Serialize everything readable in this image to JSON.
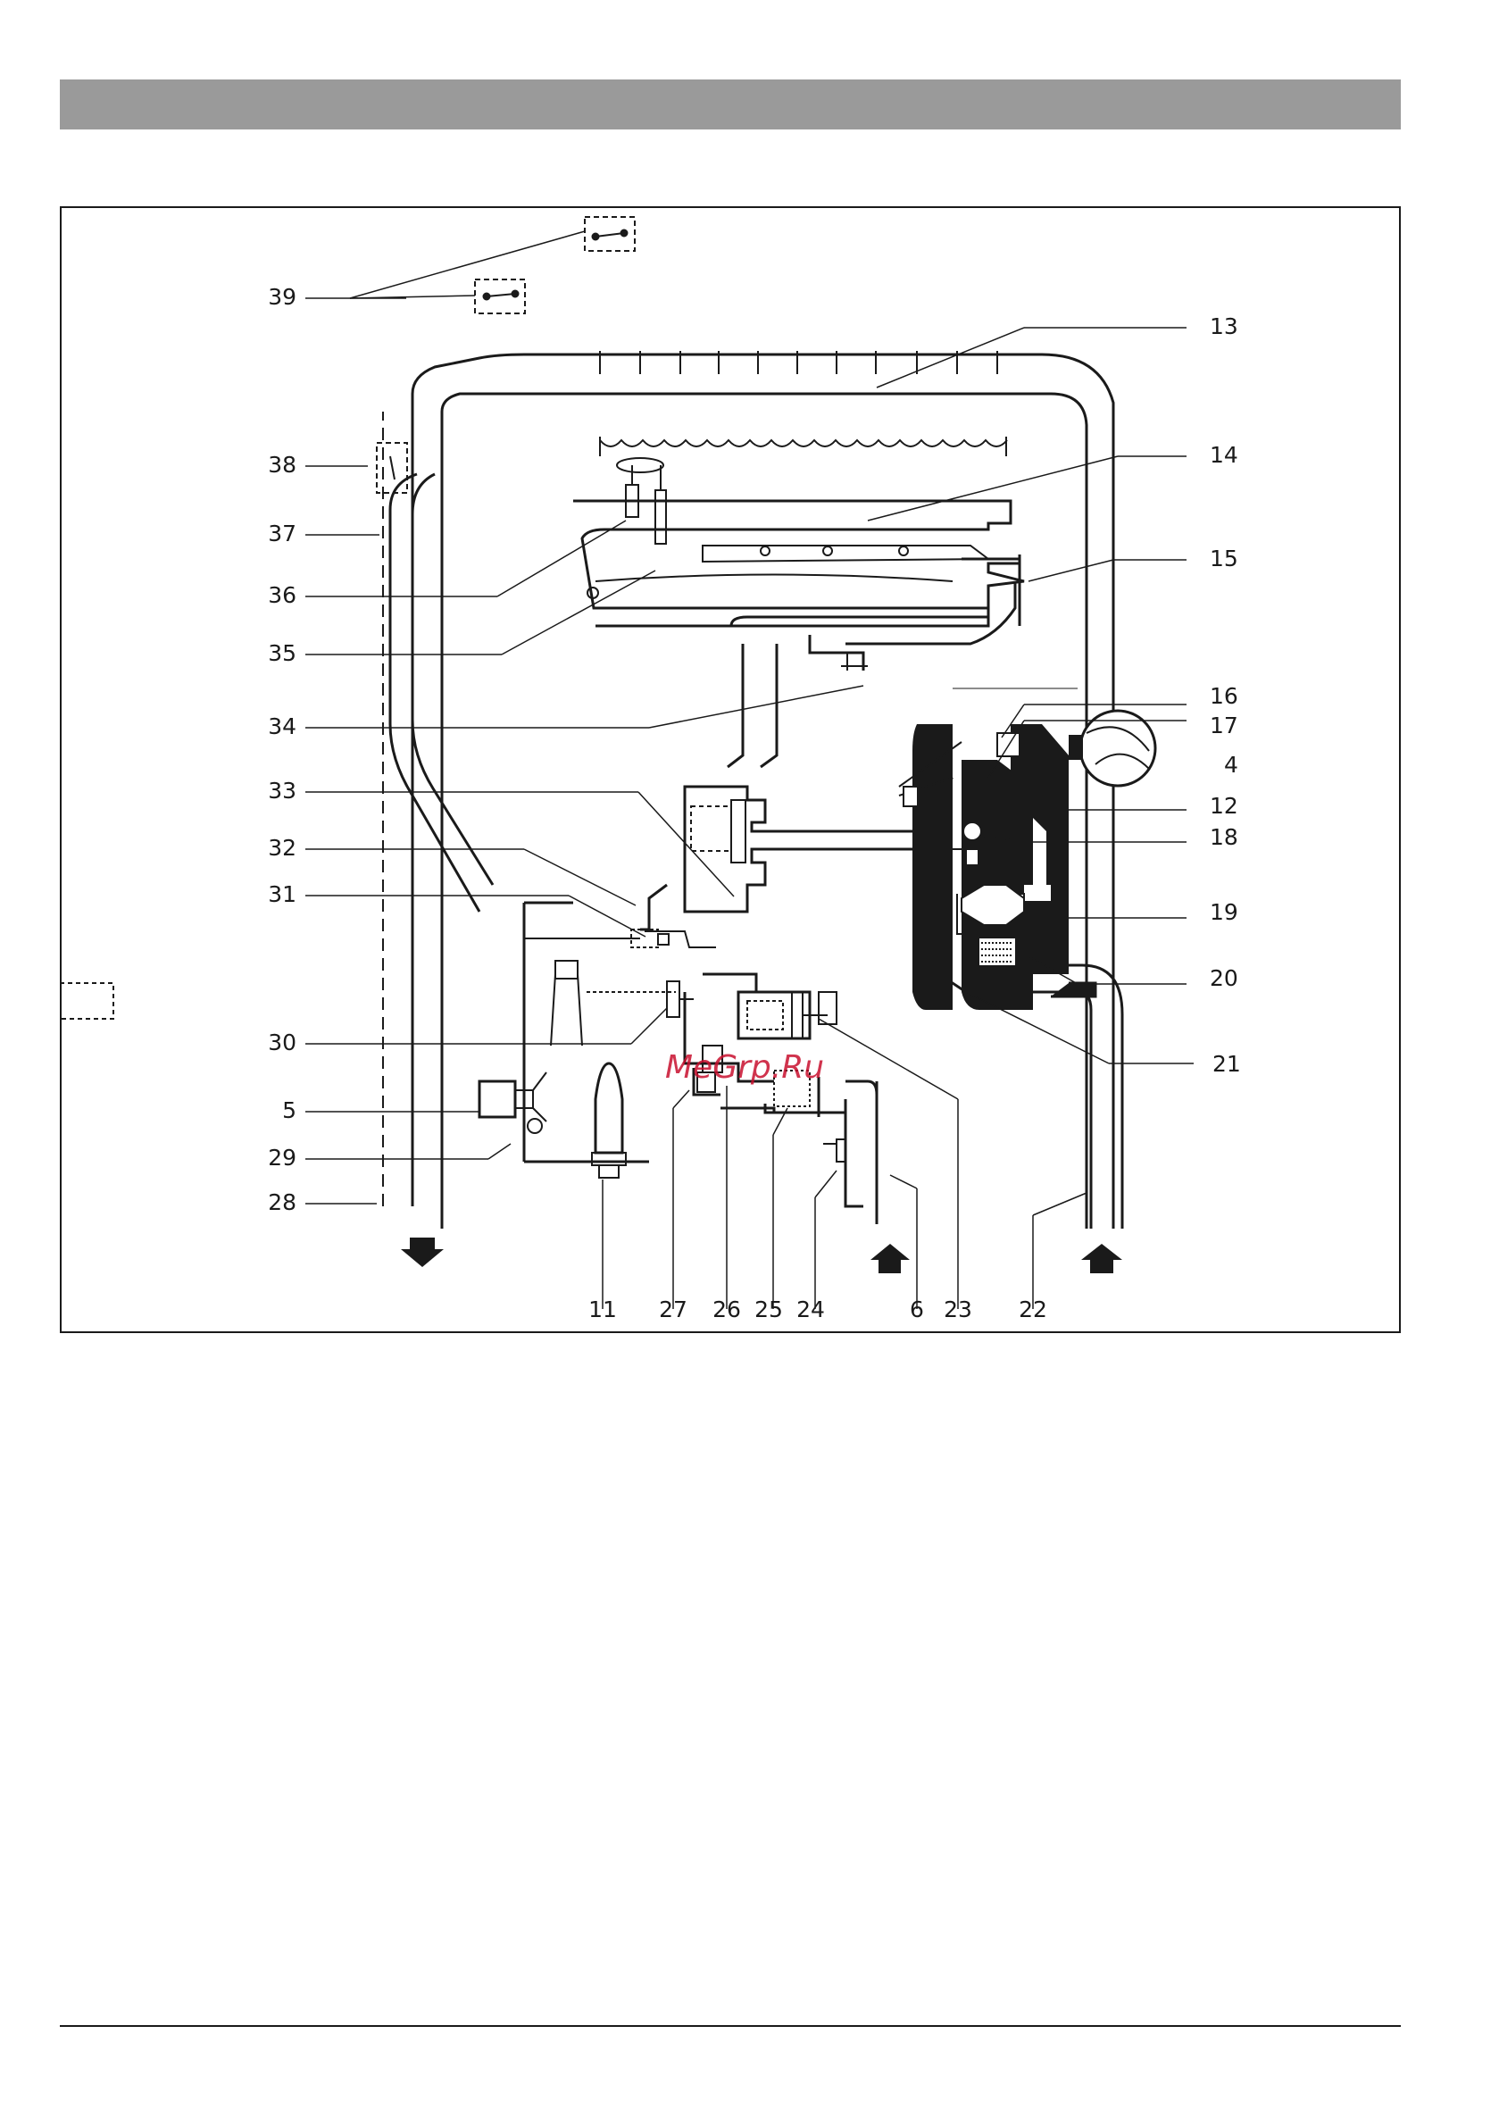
{
  "watermark": "MeGrp.Ru",
  "callouts": {
    "left": [
      "39",
      "38",
      "37",
      "36",
      "35",
      "34",
      "33",
      "32",
      "31",
      "30",
      "5",
      "29",
      "28"
    ],
    "right": [
      "13",
      "14",
      "15",
      "16",
      "17",
      "4",
      "12",
      "18",
      "19",
      "20",
      "21"
    ],
    "bottom": [
      "11",
      "27",
      "26",
      "25",
      "24",
      "6",
      "23",
      "22"
    ]
  }
}
